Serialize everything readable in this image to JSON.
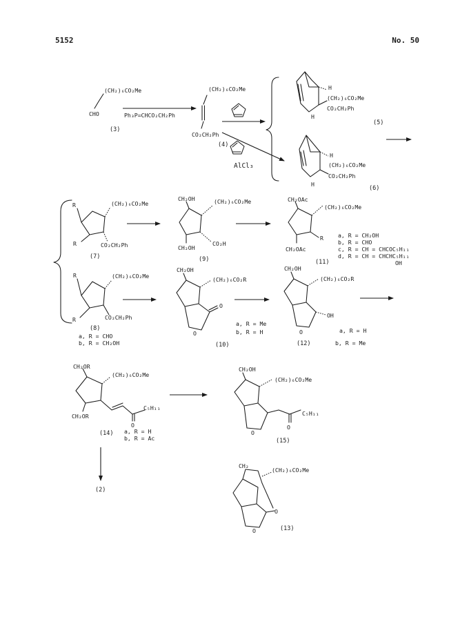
{
  "header": {
    "page_number": "5152",
    "journal_ref": "No. 50"
  },
  "row1": {
    "c3": {
      "chain": "(CH₂)₆CO₂Me",
      "cho": "CHO",
      "label": "(3)"
    },
    "reagent": "Ph₃P=CHCO₂CH₂Ph",
    "c4": {
      "chain": "(CH₂)₆CO₂Me",
      "ester": "CO₂CH₂Ph",
      "label": "(4)"
    },
    "lewis_acid": "AlCl₃",
    "c5": {
      "h1": "H",
      "h2": "H",
      "chain": "(CH₂)₆CO₂Me",
      "ester": "CO₂CH₂Ph",
      "label": "(5)"
    },
    "c6": {
      "h1": "H",
      "h2": "H",
      "chain": "(CH₂)₆CO₂Me",
      "ester": "CO₂CH₂Ph",
      "label": "(6)"
    }
  },
  "row2": {
    "c7": {
      "r1": "R",
      "r2": "R",
      "chain": "(CH₂)₆CO₂Me",
      "ester": "CO₂CH₂Ph",
      "label": "(7)"
    },
    "c9": {
      "top": "CH₂OH",
      "bottom": "CH₂OH",
      "chain": "(CH₂)₆CO₂Me",
      "acid": "CO₂H",
      "label": "(9)"
    },
    "c11": {
      "top": "CH₂OAc",
      "bottom": "CH₂OAc",
      "chain": "(CH₂)₆CO₂Me",
      "r": "R",
      "label": "(11)",
      "variants": [
        "a, R = CH₂OH",
        "b, R = CHO",
        "c, R = CH = CHCOC₅H₁₁",
        "d, R = CH = CHCHC₅H₁₁"
      ],
      "oh": "OH"
    }
  },
  "row3": {
    "c8": {
      "r1": "R",
      "r2": "R",
      "chain": "(CH₂)₆CO₂Me",
      "ester": "CO₂CH₂Ph",
      "label": "(8)",
      "variants": [
        "a, R = CHO",
        "b, R = CH₂OH"
      ]
    },
    "c10": {
      "top": "CH₂OH",
      "chain": "(CH₂)₆CO₂R",
      "carbonyl_o": "O",
      "ring_o": "O",
      "label": "(10)",
      "variants": [
        "a, R = Me",
        "b, R = H"
      ]
    },
    "c12": {
      "top": "CH₂OH",
      "chain": "(CH₂)₆CO₂R",
      "oh": "OH",
      "ring_o": "O",
      "label": "(12)",
      "variant_a": "a, R = H",
      "variant_b": "b, R = Me"
    }
  },
  "row4": {
    "c14": {
      "top": "CH₂OR",
      "bottom": "CH₂OR",
      "chain": "(CH₂)₆CO₂Me",
      "alkyl": "C₅H₁₁",
      "keto_o": "O",
      "label": "(14)",
      "variants": [
        "a, R = H",
        "b, R = Ac"
      ]
    },
    "c15": {
      "top": "CH₂OH",
      "chain": "(CH₂)₆CO₂Me",
      "alkyl": "C₅H₁₁",
      "keto_o": "O",
      "ring_o": "O",
      "label": "(15)"
    },
    "c2": {
      "label": "(2)"
    },
    "c13": {
      "ch2": "CH₂",
      "chain": "(CH₂)₆CO₂Me",
      "o1": "O",
      "o2": "O",
      "label": "(13)"
    }
  }
}
